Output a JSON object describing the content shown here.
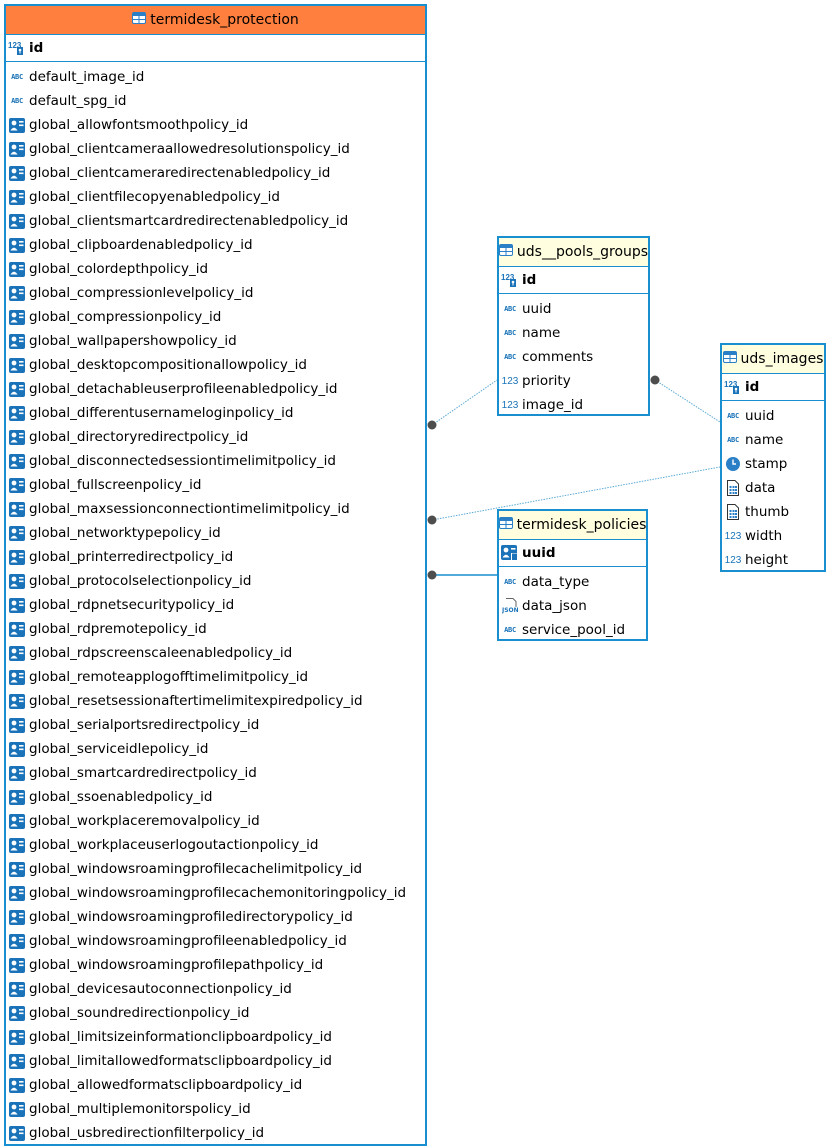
{
  "diagram": {
    "colors": {
      "border": "#1a8fcf",
      "main_header": "#ff7f3f",
      "header": "#ffffe0",
      "connector": "#5aa9d6",
      "dot": "#4d4d4d"
    },
    "entities": {
      "termidesk_protection": {
        "title": "termidesk_protection",
        "pk": {
          "name": "id",
          "type_icon": "numeric-key-icon"
        },
        "columns": [
          {
            "name": "default_image_id",
            "type_icon": "string-icon"
          },
          {
            "name": "default_spg_id",
            "type_icon": "string-icon"
          },
          {
            "name": "global_allowfontsmoothpolicy_id",
            "type_icon": "foreign-key-icon"
          },
          {
            "name": "global_clientcameraallowedresolutionspolicy_id",
            "type_icon": "foreign-key-icon"
          },
          {
            "name": "global_clientcameraredirectenabledpolicy_id",
            "type_icon": "foreign-key-icon"
          },
          {
            "name": "global_clientfilecopyenabledpolicy_id",
            "type_icon": "foreign-key-icon"
          },
          {
            "name": "global_clientsmartcardredirectenabledpolicy_id",
            "type_icon": "foreign-key-icon"
          },
          {
            "name": "global_clipboardenabledpolicy_id",
            "type_icon": "foreign-key-icon"
          },
          {
            "name": "global_colordepthpolicy_id",
            "type_icon": "foreign-key-icon"
          },
          {
            "name": "global_compressionlevelpolicy_id",
            "type_icon": "foreign-key-icon"
          },
          {
            "name": "global_compressionpolicy_id",
            "type_icon": "foreign-key-icon"
          },
          {
            "name": "global_wallpapershowpolicy_id",
            "type_icon": "foreign-key-icon"
          },
          {
            "name": "global_desktopcompositionallowpolicy_id",
            "type_icon": "foreign-key-icon"
          },
          {
            "name": "global_detachableuserprofileenabledpolicy_id",
            "type_icon": "foreign-key-icon"
          },
          {
            "name": "global_differentusernameloginpolicy_id",
            "type_icon": "foreign-key-icon"
          },
          {
            "name": "global_directoryredirectpolicy_id",
            "type_icon": "foreign-key-icon"
          },
          {
            "name": "global_disconnectedsessiontimelimitpolicy_id",
            "type_icon": "foreign-key-icon"
          },
          {
            "name": "global_fullscreenpolicy_id",
            "type_icon": "foreign-key-icon"
          },
          {
            "name": "global_maxsessionconnectiontimelimitpolicy_id",
            "type_icon": "foreign-key-icon"
          },
          {
            "name": "global_networktypepolicy_id",
            "type_icon": "foreign-key-icon"
          },
          {
            "name": "global_printerredirectpolicy_id",
            "type_icon": "foreign-key-icon"
          },
          {
            "name": "global_protocolselectionpolicy_id",
            "type_icon": "foreign-key-icon"
          },
          {
            "name": "global_rdpnetsecuritypolicy_id",
            "type_icon": "foreign-key-icon"
          },
          {
            "name": "global_rdpremotepolicy_id",
            "type_icon": "foreign-key-icon"
          },
          {
            "name": "global_rdpscreenscaleenabledpolicy_id",
            "type_icon": "foreign-key-icon"
          },
          {
            "name": "global_remoteapplogofftimelimitpolicy_id",
            "type_icon": "foreign-key-icon"
          },
          {
            "name": "global_resetsessionaftertimelimitexpiredpolicy_id",
            "type_icon": "foreign-key-icon"
          },
          {
            "name": "global_serialportsredirectpolicy_id",
            "type_icon": "foreign-key-icon"
          },
          {
            "name": "global_serviceidlepolicy_id",
            "type_icon": "foreign-key-icon"
          },
          {
            "name": "global_smartcardredirectpolicy_id",
            "type_icon": "foreign-key-icon"
          },
          {
            "name": "global_ssoenabledpolicy_id",
            "type_icon": "foreign-key-icon"
          },
          {
            "name": "global_workplaceremovalpolicy_id",
            "type_icon": "foreign-key-icon"
          },
          {
            "name": "global_workplaceuserlogoutactionpolicy_id",
            "type_icon": "foreign-key-icon"
          },
          {
            "name": "global_windowsroamingprofilecachelimitpolicy_id",
            "type_icon": "foreign-key-icon"
          },
          {
            "name": "global_windowsroamingprofilecachemonitoringpolicy_id",
            "type_icon": "foreign-key-icon"
          },
          {
            "name": "global_windowsroamingprofiledirectorypolicy_id",
            "type_icon": "foreign-key-icon"
          },
          {
            "name": "global_windowsroamingprofileenabledpolicy_id",
            "type_icon": "foreign-key-icon"
          },
          {
            "name": "global_windowsroamingprofilepathpolicy_id",
            "type_icon": "foreign-key-icon"
          },
          {
            "name": "global_devicesautoconnectionpolicy_id",
            "type_icon": "foreign-key-icon"
          },
          {
            "name": "global_soundredirectionpolicy_id",
            "type_icon": "foreign-key-icon"
          },
          {
            "name": "global_limitsizeinformationclipboardpolicy_id",
            "type_icon": "foreign-key-icon"
          },
          {
            "name": "global_limitallowedformatsclipboardpolicy_id",
            "type_icon": "foreign-key-icon"
          },
          {
            "name": "global_allowedformatsclipboardpolicy_id",
            "type_icon": "foreign-key-icon"
          },
          {
            "name": "global_multiplemonitorspolicy_id",
            "type_icon": "foreign-key-icon"
          },
          {
            "name": "global_usbredirectionfilterpolicy_id",
            "type_icon": "foreign-key-icon"
          }
        ]
      },
      "uds_pools_groups": {
        "title": "uds__pools_groups",
        "pk": {
          "name": "id",
          "type_icon": "numeric-key-icon"
        },
        "columns": [
          {
            "name": "uuid",
            "type_icon": "string-icon"
          },
          {
            "name": "name",
            "type_icon": "string-icon"
          },
          {
            "name": "comments",
            "type_icon": "string-icon"
          },
          {
            "name": "priority",
            "type_icon": "numeric-icon"
          },
          {
            "name": "image_id",
            "type_icon": "numeric-icon"
          }
        ]
      },
      "uds_images": {
        "title": "uds_images",
        "pk": {
          "name": "id",
          "type_icon": "numeric-key-icon"
        },
        "columns": [
          {
            "name": "uuid",
            "type_icon": "string-icon"
          },
          {
            "name": "name",
            "type_icon": "string-icon"
          },
          {
            "name": "stamp",
            "type_icon": "clock-icon"
          },
          {
            "name": "data",
            "type_icon": "binary-icon"
          },
          {
            "name": "thumb",
            "type_icon": "binary-icon"
          },
          {
            "name": "width",
            "type_icon": "numeric-icon"
          },
          {
            "name": "height",
            "type_icon": "numeric-icon"
          }
        ]
      },
      "termidesk_policies": {
        "title": "termidesk_policies",
        "pk": {
          "name": "uuid",
          "type_icon": "foreign-primary-key-icon"
        },
        "columns": [
          {
            "name": "data_type",
            "type_icon": "string-icon"
          },
          {
            "name": "data_json",
            "type_icon": "json-icon"
          },
          {
            "name": "service_pool_id",
            "type_icon": "string-icon"
          }
        ]
      }
    },
    "relations": [
      {
        "from": "termidesk_protection",
        "to": "uds_pools_groups",
        "style": "dotted"
      },
      {
        "from": "uds_pools_groups",
        "to": "uds_images",
        "style": "dotted"
      },
      {
        "from": "termidesk_protection",
        "to": "uds_images",
        "style": "dotted"
      },
      {
        "from": "termidesk_protection",
        "to": "termidesk_policies",
        "style": "solid"
      }
    ]
  }
}
